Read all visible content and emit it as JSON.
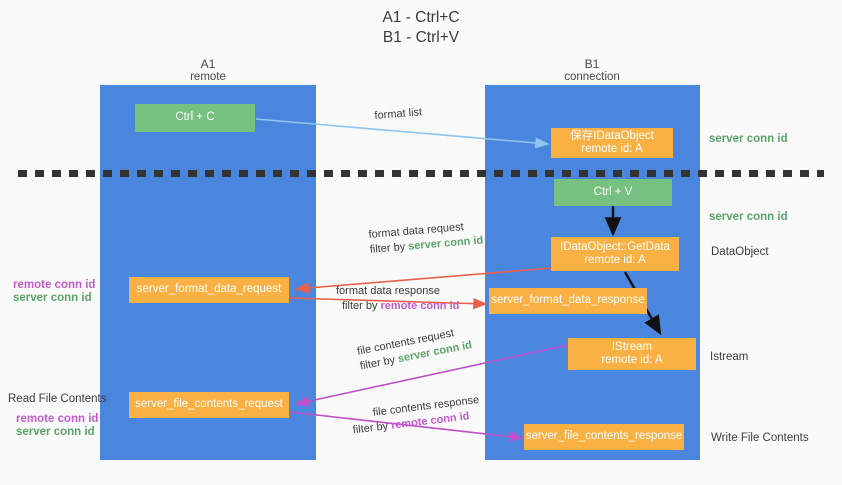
{
  "title": {
    "line1": "A1 - Ctrl+C",
    "line2": "B1 - Ctrl+V"
  },
  "columns": [
    {
      "name": "A1",
      "sub": "remote"
    },
    {
      "name": "B1",
      "sub": "connection"
    }
  ],
  "boxes": {
    "ctrl_c": "Ctrl + C",
    "save_idataobject": "保存IDataObject\nremote id: A",
    "ctrl_v": "Ctrl + V",
    "getdata": "IDataObject::GetData\nremote id: A",
    "server_format_data_request": "server_format_data_request",
    "server_format_data_response": "server_format_data_response",
    "istream": "IStream\nremote id: A",
    "server_file_contents_request": "server_file_contents_request",
    "server_file_contents_response": "server_file_contents_response"
  },
  "flows": {
    "format_list": "format list",
    "format_data_request": "format data request",
    "format_data_request_filter_pre": "filter by ",
    "format_data_request_filter_key": "server conn id",
    "format_data_response": "format data response",
    "format_data_response_filter_pre": "filter by ",
    "format_data_response_filter_key": "remote conn id",
    "file_contents_request": "file contents request",
    "file_contents_request_filter_pre": "filter by ",
    "file_contents_request_filter_key": "server conn id",
    "file_contents_response": "file contents response",
    "file_contents_response_filter_pre": "filter by ",
    "file_contents_response_filter_key": "remote conn id"
  },
  "right_labels": {
    "server_conn_id_1": "server conn id",
    "server_conn_id_2": "server conn id",
    "dataobject": "DataObject",
    "istream": "Istream",
    "write_file_contents": "Write File Contents"
  },
  "left_labels": {
    "remote_conn_id_1": "remote conn id",
    "server_conn_id_1": "server conn id",
    "read_file_contents": "Read File Contents",
    "remote_conn_id_2": "remote conn id",
    "server_conn_id_2": "server conn id"
  },
  "colors": {
    "lane": "#4a86de",
    "green_box": "#76c180",
    "orange_box": "#fbb043",
    "green_text": "#5aa469",
    "purple_text": "#c45ad0",
    "arrow_lightblue": "#8fc4ee",
    "arrow_red": "#e8604c",
    "arrow_purple": "#bd4fc8",
    "arrow_black": "#000000",
    "background": "#fafafa"
  }
}
